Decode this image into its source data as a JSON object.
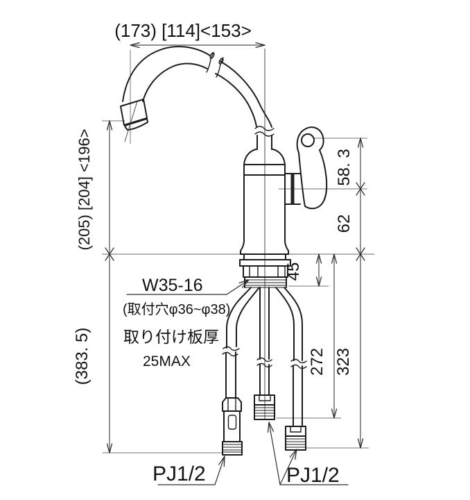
{
  "drawing": {
    "kind": "faucet installation dimension drawing",
    "dims": {
      "spout_reach": "(173) [114]<153>",
      "spout_height": "(205) [204] <196>",
      "overall_below": "(383. 5)",
      "handle_pivot": "58. 3",
      "body_upper": "62",
      "shank_under_deck": "45",
      "hose_mid": "272",
      "hose_outer": "323"
    },
    "notes": {
      "thread_spec": "W35-16",
      "mount_hole": "(取付穴φ36~φ38)",
      "mount_plate_label": "取り付け板厚",
      "mount_plate_max": "25MAX",
      "pj_left": "PJ1/2",
      "pj_right": "PJ1/2"
    },
    "colors": {
      "background": "#ffffff",
      "object_line": "#1b1b1b",
      "dimension_line": "#4a4a4a",
      "extension_line": "#8f8f8f",
      "text": "#111111"
    }
  }
}
